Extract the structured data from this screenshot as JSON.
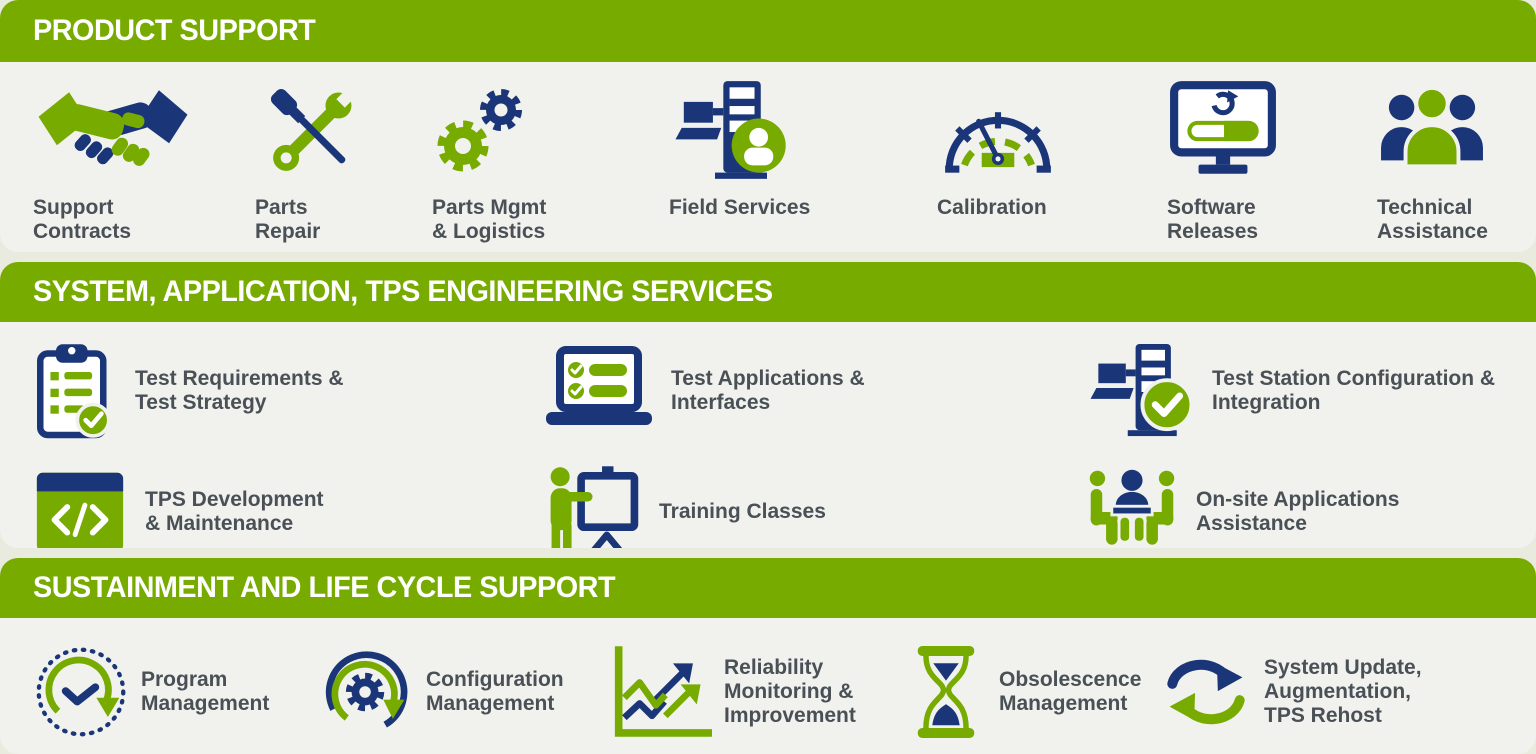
{
  "colors": {
    "green": "#77ab00",
    "navy": "#1a3578",
    "label_text": "#495056",
    "card_bg": "#f1f1ee",
    "page_bg": "#e9ebdf",
    "header_text": "#ffffff"
  },
  "sections": [
    {
      "title": "PRODUCT SUPPORT",
      "items": [
        {
          "icon": "handshake-icon",
          "label": "Support\nContracts"
        },
        {
          "icon": "tools-icon",
          "label": "Parts\nRepair"
        },
        {
          "icon": "gears-icon",
          "label": "Parts Mgmt\n& Logistics"
        },
        {
          "icon": "test-station-user-icon",
          "label": "Field Services"
        },
        {
          "icon": "gauge-icon",
          "label": "Calibration"
        },
        {
          "icon": "monitor-update-icon",
          "label": "Software\nReleases"
        },
        {
          "icon": "people-group-icon",
          "label": "Technical\nAssistance"
        }
      ]
    },
    {
      "title": "SYSTEM, APPLICATION, TPS ENGINEERING SERVICES",
      "items": [
        {
          "icon": "clipboard-checklist-icon",
          "label": "Test Requirements &\nTest Strategy"
        },
        {
          "icon": "laptop-checklist-icon",
          "label": "Test Applications &\nInterfaces"
        },
        {
          "icon": "test-station-check-icon",
          "label": "Test Station Configuration &\nIntegration"
        },
        {
          "icon": "code-window-icon",
          "label": "TPS Development\n& Maintenance"
        },
        {
          "icon": "presenter-icon",
          "label": "Training Classes"
        },
        {
          "icon": "meeting-icon",
          "label": "On-site Applications\nAssistance"
        }
      ]
    },
    {
      "title": "SUSTAINMENT AND LIFE CYCLE SUPPORT",
      "items": [
        {
          "icon": "clock-cycle-icon",
          "label": "Program\nManagement"
        },
        {
          "icon": "gear-cycle-icon",
          "label": "Configuration\nManagement"
        },
        {
          "icon": "trend-chart-icon",
          "label": "Reliability\nMonitoring &\nImprovement"
        },
        {
          "icon": "hourglass-icon",
          "label": "Obsolescence\nManagement"
        },
        {
          "icon": "sync-arrows-icon",
          "label": "System Update,\nAugmentation,\nTPS Rehost"
        }
      ]
    }
  ]
}
